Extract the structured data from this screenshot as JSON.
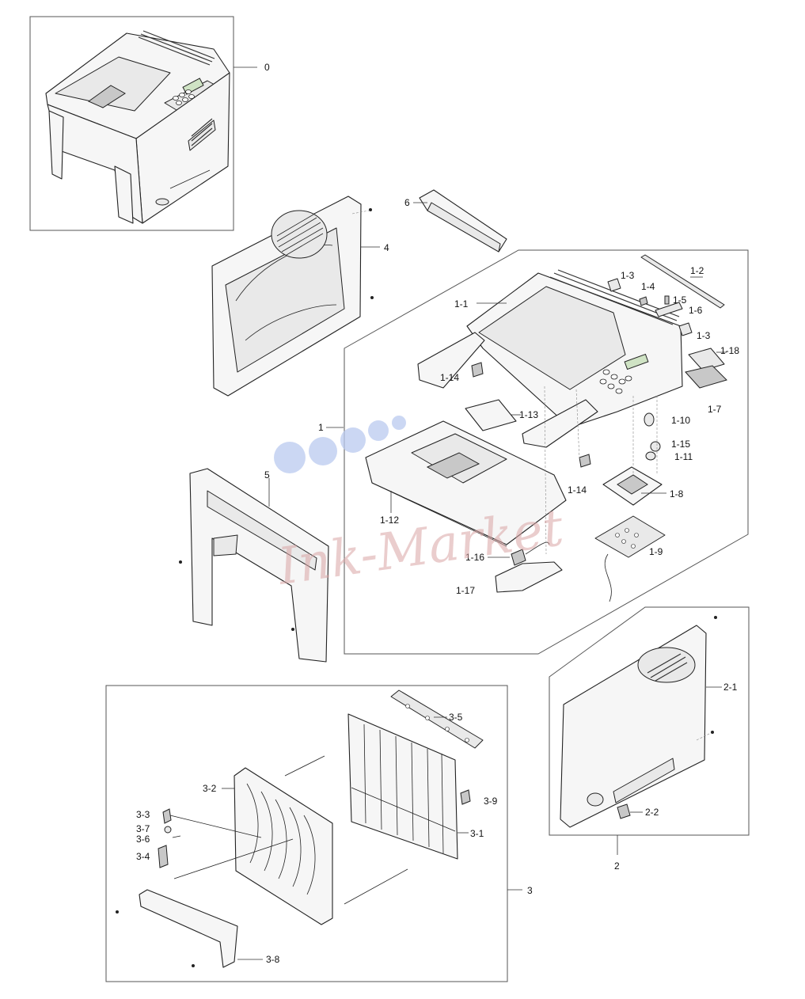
{
  "watermark": {
    "text": "Ink-Market"
  },
  "labels": {
    "l0": "0",
    "l1": "1",
    "l1_1": "1-1",
    "l1_2": "1-2",
    "l1_3a": "1-3",
    "l1_3b": "1-3",
    "l1_4": "1-4",
    "l1_5": "1-5",
    "l1_6": "1-6",
    "l1_7": "1-7",
    "l1_8": "1-8",
    "l1_9": "1-9",
    "l1_10": "1-10",
    "l1_11": "1-11",
    "l1_12": "1-12",
    "l1_13": "1-13",
    "l1_14a": "1-14",
    "l1_14b": "1-14",
    "l1_15": "1-15",
    "l1_16": "1-16",
    "l1_17": "1-17",
    "l1_18": "1-18",
    "l2": "2",
    "l2_1": "2-1",
    "l2_2": "2-2",
    "l3": "3",
    "l3_1": "3-1",
    "l3_2": "3-2",
    "l3_3": "3-3",
    "l3_4": "3-4",
    "l3_5": "3-5",
    "l3_6": "3-6",
    "l3_7": "3-7",
    "l3_8": "3-8",
    "l3_9": "3-9",
    "l4": "4",
    "l5": "5",
    "l6": "6"
  }
}
